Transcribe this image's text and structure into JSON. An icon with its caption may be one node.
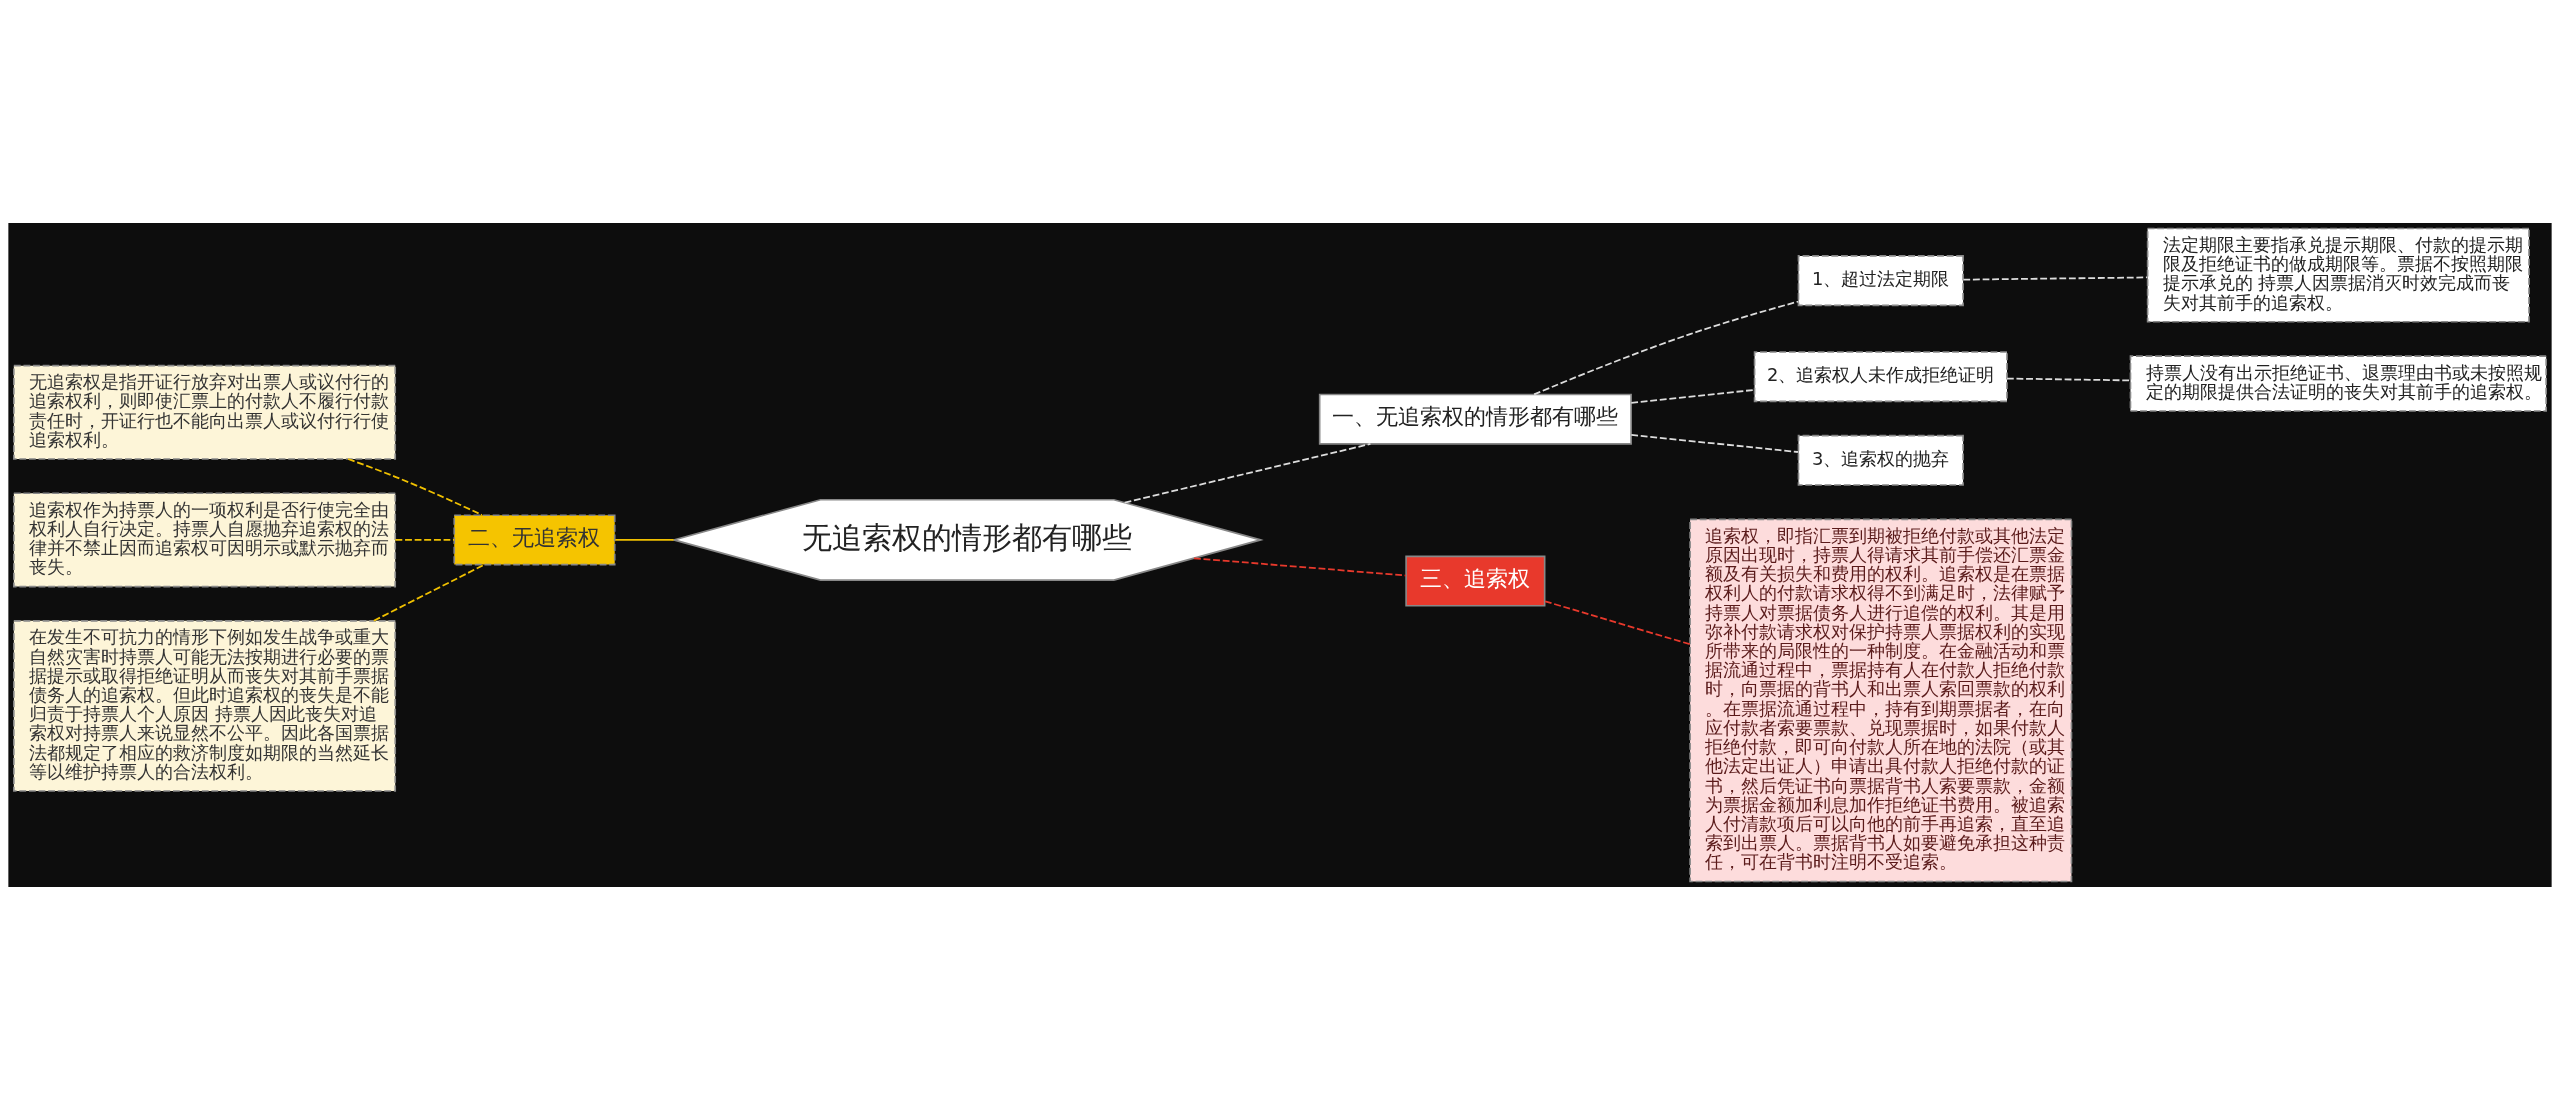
{
  "diagram": {
    "nodes": [
      {
        "text": [
          "无追索权的情形都有哪些"
        ]
      },
      {
        "text": [
          "一、无追索权的情形都有哪些"
        ]
      },
      {
        "text": [
          "1、超过法定期限"
        ]
      },
      {
        "text": [
          "法定期限主要指承兑提示期限、付款的提示期限及拒绝证书的做成期限等。票据不按照期限提示承兑的 持票人因票据消灭时效完成而丧失对其前手的追索权。"
        ]
      },
      {
        "text": [
          "2、追索权人未作成拒绝证明"
        ]
      },
      {
        "text": [
          "持票人没有出示拒绝证书、退票理由书或未按照规定的期限提供合法证明的丧失对其前手的追索权。"
        ]
      },
      {
        "text": [
          "3、追索权的抛弃"
        ]
      },
      {
        "text": [
          "二、无追索权"
        ]
      },
      {
        "text": [
          "无追索权是指开证行放弃对出票人或议付行的追索权利，则即使汇票上的付款人不履行付款责任时，开证行也不能向出票人或议付行行使追索权利。"
        ]
      },
      {
        "text": [
          "追索权作为持票人的一项权利是否行使完全由权利人自行决定。持票人自愿抛弃追索权的法律并不禁止因而追索权可因明示或默示抛弃而丧失。"
        ]
      },
      {
        "text": [
          "在发生不可抗力的情形下例如发生战争或重大自然灾害时持票人可能无法按期进行必要的票据提示或取得拒绝证明从而丧失对其前手票据债务人的追索权。但此时追索权的丧失是不能归责于持票人个人原因 持票人因此丧失对追索权对持票人来说显然不公平。因此各国票据法都规定了相应的救济制度如期限的当然延长等以维护持票人的合法权利。"
        ]
      },
      {
        "text": [
          "三、追索权"
        ]
      },
      {
        "text": [
          "追索权，即指汇票到期被拒绝付款或其他法定原因出现时，持票人得请求其前手偿还汇票金额及有关损失和费用的权利。追索权是在票据权利人的付款请求权得不到满足时，法律赋予持票人对票据债务人进行追偿的权利。其是用弥补付款请求权对保护持票人票据权利的实现所带来的局限性的一种制度。在金融活动和票据流通过程中，票据持有人在付款人拒绝付款时，向票据的背书人和出票人索回票款的权利。在票据流通过程中，持有到期票据者，在向应付款者索要票款、兑现票据时，如果付款人拒绝付款，即可向付款人所在地的法院（或其他法定出证人）申请出具付款人拒绝付款的证书，然后凭证书向票据背书人索要票款，金额为票据金额加利息加作拒绝证书费用。被追索人付清款项后可以向他的前手再追索，直至追索到出票人。票据背书人如要避免承担这种责任，可在背书时注明不受追索。"
        ]
      }
    ],
    "edges": [
      {
        "from": 0,
        "to": 1,
        "arrow": "none",
        "style": "dashed"
      },
      {
        "from": 1,
        "to": 2,
        "arrow": "none",
        "style": "dashed"
      },
      {
        "from": 2,
        "to": 3,
        "arrow": "none",
        "style": "dashed"
      },
      {
        "from": 1,
        "to": 4,
        "arrow": "none",
        "style": "dashed"
      },
      {
        "from": 4,
        "to": 5,
        "arrow": "none",
        "style": "dashed"
      },
      {
        "from": 1,
        "to": 6,
        "arrow": "none",
        "style": "dashed"
      },
      {
        "from": 0,
        "to": 7,
        "arrow": "none",
        "color": "#f0c000"
      },
      {
        "from": 7,
        "to": 8,
        "arrow": "none",
        "style": "dashed",
        "color": "#f0c000"
      },
      {
        "from": 7,
        "to": 9,
        "arrow": "none",
        "style": "dashed",
        "color": "#f0c000"
      },
      {
        "from": 7,
        "to": 10,
        "arrow": "none",
        "style": "dashed",
        "color": "#f0c000"
      },
      {
        "from": 0,
        "to": 11,
        "arrow": "none",
        "style": "dashed",
        "color": "#e8392c"
      },
      {
        "from": 11,
        "to": 12,
        "arrow": "none",
        "style": "dashed",
        "color": "#e8392c"
      }
    ]
  }
}
